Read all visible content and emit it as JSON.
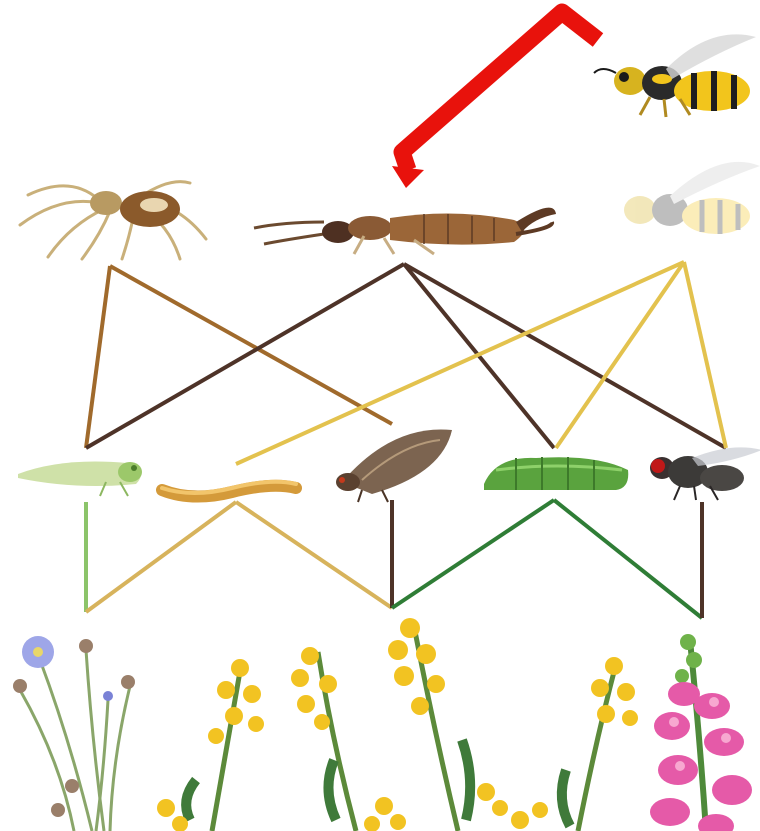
{
  "diagram": {
    "type": "food-web",
    "colors": {
      "background": "#ffffff",
      "arrow": "#e8120c",
      "link_brown": "#a06a2c",
      "link_dark": "#4e3328",
      "link_yellow": "#e3c24e",
      "link_tan": "#d7b35c",
      "link_green": "#2f7d36",
      "link_lightgreen": "#8cc46a"
    },
    "top_level": [
      {
        "id": "spider",
        "icon": "spider-icon"
      },
      {
        "id": "earwig",
        "icon": "earwig-icon"
      },
      {
        "id": "wasp",
        "icon": "wasp-icon",
        "faded": true
      },
      {
        "id": "wasp-active",
        "icon": "wasp-icon"
      }
    ],
    "middle_level": [
      {
        "id": "leafhopper",
        "icon": "leafhopper-icon"
      },
      {
        "id": "larva",
        "icon": "larva-icon"
      },
      {
        "id": "moth",
        "icon": "moth-icon"
      },
      {
        "id": "caterpillar",
        "icon": "caterpillar-icon"
      },
      {
        "id": "fly",
        "icon": "fly-icon"
      }
    ],
    "plants": [
      {
        "id": "flax",
        "icon": "flax-flower-icon"
      },
      {
        "id": "mustard-1",
        "icon": "yellow-mustard-icon"
      },
      {
        "id": "mustard-2",
        "icon": "yellow-mustard-icon"
      },
      {
        "id": "mustard-3",
        "icon": "yellow-mustard-icon"
      },
      {
        "id": "mustard-4",
        "icon": "yellow-mustard-icon"
      },
      {
        "id": "snapdragon",
        "icon": "snapdragon-icon"
      }
    ],
    "predator_links": [
      {
        "from": "spider",
        "to": "leafhopper",
        "color": "link_brown"
      },
      {
        "from": "spider",
        "to": "moth",
        "color": "link_brown"
      },
      {
        "from": "earwig",
        "to": "leafhopper",
        "color": "link_dark"
      },
      {
        "from": "earwig",
        "to": "caterpillar",
        "color": "link_dark"
      },
      {
        "from": "earwig",
        "to": "fly",
        "color": "link_dark"
      },
      {
        "from": "wasp",
        "to": "larva",
        "color": "link_yellow"
      },
      {
        "from": "wasp",
        "to": "caterpillar",
        "color": "link_yellow"
      },
      {
        "from": "wasp",
        "to": "fly",
        "color": "link_yellow"
      }
    ],
    "herbivore_links": [
      {
        "from": "leafhopper",
        "to": "flax",
        "color": "link_lightgreen"
      },
      {
        "from": "larva",
        "to": "flax",
        "color": "link_tan"
      },
      {
        "from": "larva",
        "to": "mustard-2",
        "color": "link_tan"
      },
      {
        "from": "moth",
        "to": "mustard-2",
        "color": "link_dark"
      },
      {
        "from": "caterpillar",
        "to": "mustard-2",
        "color": "link_green"
      },
      {
        "from": "caterpillar",
        "to": "snapdragon",
        "color": "link_green"
      },
      {
        "from": "fly",
        "to": "snapdragon",
        "color": "link_dark"
      }
    ],
    "arrow": {
      "from": "wasp-active",
      "to": "earwig",
      "color": "arrow"
    }
  }
}
